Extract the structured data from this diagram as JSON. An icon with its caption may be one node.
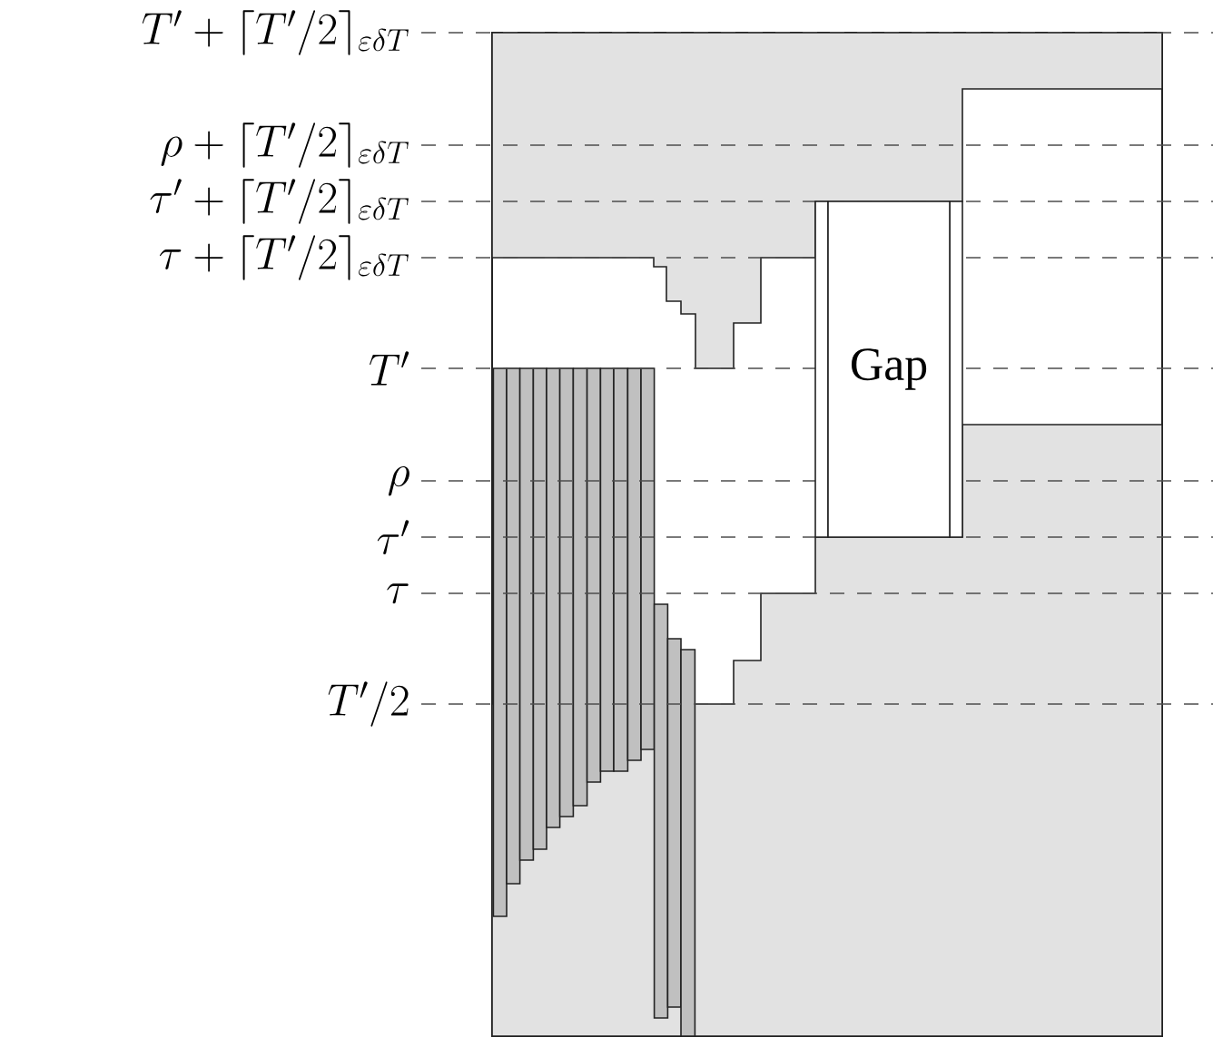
{
  "diagram": {
    "nodes": [
      {
        "text": [
          "Gap"
        ]
      }
    ],
    "labels": [
      "T' + \\lceil T'/2 \\rceil_{\\varepsilon\\delta T}",
      "\\rho + \\lceil T'/2 \\rceil_{\\varepsilon\\delta T}",
      "\\tau' + \\lceil T'/2 \\rceil_{\\varepsilon\\delta T}",
      "\\tau + \\lceil T'/2 \\rceil_{\\varepsilon\\delta T}",
      "T'",
      "\\rho",
      "\\tau'",
      "\\tau",
      "T'/2"
    ]
  }
}
